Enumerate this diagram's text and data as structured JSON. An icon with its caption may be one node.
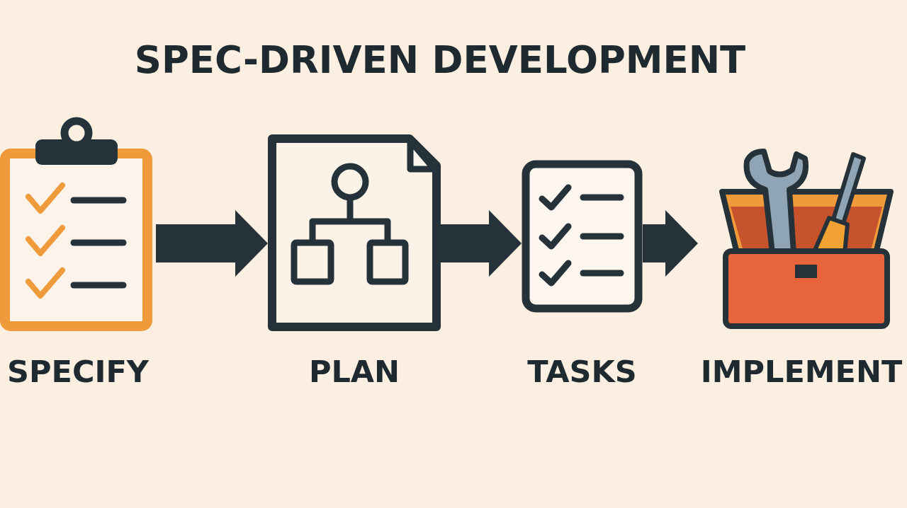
{
  "diagram": {
    "title": "SPEC-DRIVEN DEVELOPMENT",
    "nodes": [
      {
        "text": [
          "SPECIFY"
        ]
      },
      {
        "text": [
          "PLAN"
        ]
      },
      {
        "text": [
          "TASKS"
        ]
      },
      {
        "text": [
          "IMPLEMENT"
        ]
      }
    ],
    "edges": [
      {
        "from": 0,
        "to": 1,
        "arrow": "to"
      },
      {
        "from": 1,
        "to": 2,
        "arrow": "to"
      },
      {
        "from": 2,
        "to": 3,
        "arrow": "to"
      }
    ]
  }
}
